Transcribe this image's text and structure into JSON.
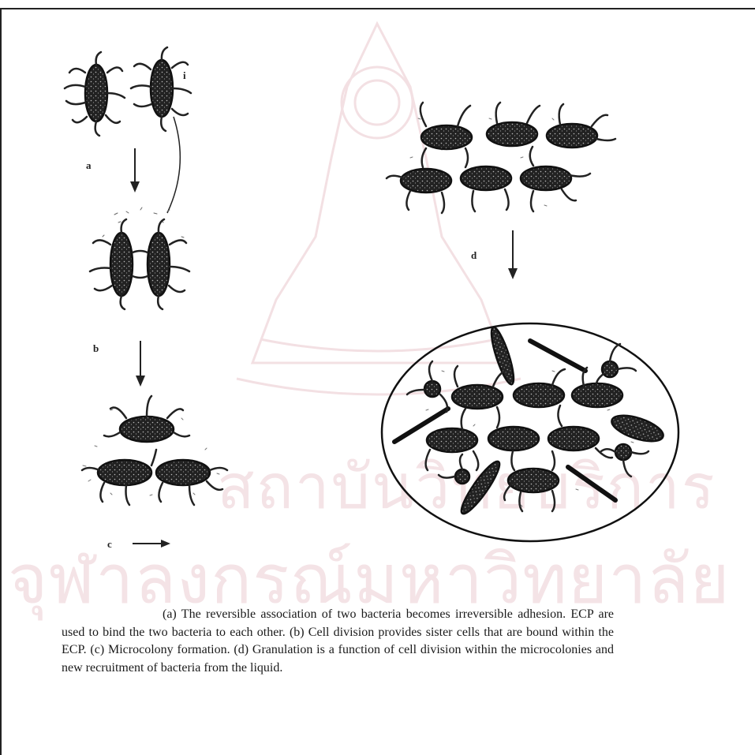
{
  "figure": {
    "panel_labels": {
      "a": "a",
      "b": "b",
      "c": "c",
      "d": "d",
      "i": "i"
    }
  },
  "caption": {
    "text": "(a) The reversible association of two bacteria becomes irreversible adhesion. ECP are used to bind the two bacteria to each other. (b) Cell division provides sister cells that are bound within the ECP. (c) Microcolony formation. (d) Granulation is a function of cell division within the microcolonies and new recruitment of bacteria from the liquid."
  },
  "watermark": {
    "line1": "สถาบันวิทยบริการ",
    "line2": "จุฬาลงกรณ์มหาวิทยาลัย"
  }
}
